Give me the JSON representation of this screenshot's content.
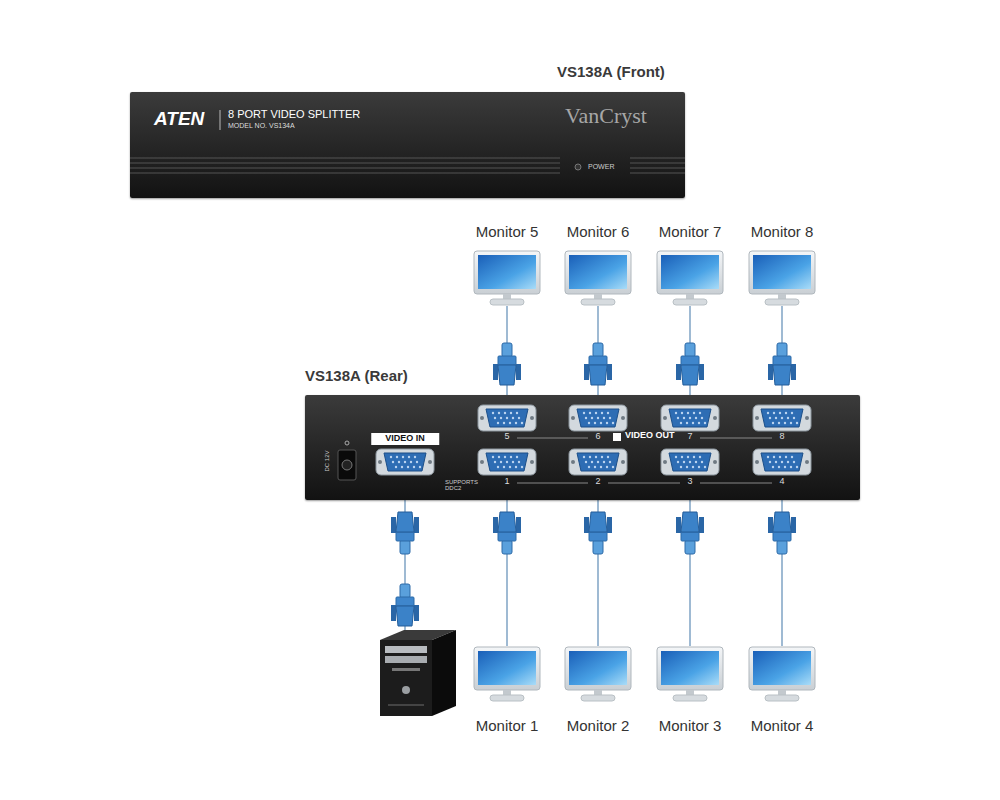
{
  "diagram": {
    "nodes": [
      {
        "text": [
          "VS138A (Front)",
          "ATEN",
          "8 PORT VIDEO SPLITTER",
          "MODEL NO. VS134A",
          "VanCryst",
          "POWER"
        ]
      },
      {
        "text": [
          "Monitor 5"
        ]
      },
      {
        "text": [
          "Monitor 6"
        ]
      },
      {
        "text": [
          "Monitor 7"
        ]
      },
      {
        "text": [
          "Monitor 8"
        ]
      },
      {
        "text": [
          "VS138A (Rear)",
          "VIDEO IN",
          "DC 12V",
          "5",
          "6",
          "VIDEO OUT",
          "7",
          "8",
          "SUPPORTS DDC2",
          "1",
          "2",
          "3",
          "4"
        ]
      },
      {
        "text": [
          "Monitor 1"
        ]
      },
      {
        "text": [
          "Monitor 2"
        ]
      },
      {
        "text": [
          "Monitor 3"
        ]
      },
      {
        "text": [
          "Monitor 4"
        ]
      }
    ],
    "edges": [
      {
        "from": 5,
        "to": 1,
        "arrow": "none"
      },
      {
        "from": 5,
        "to": 2,
        "arrow": "none"
      },
      {
        "from": 5,
        "to": 3,
        "arrow": "none"
      },
      {
        "from": 5,
        "to": 4,
        "arrow": "none"
      },
      {
        "from": 5,
        "to": 6,
        "arrow": "none"
      },
      {
        "from": 5,
        "to": 7,
        "arrow": "none"
      },
      {
        "from": 5,
        "to": 8,
        "arrow": "none"
      },
      {
        "from": 5,
        "to": 9,
        "arrow": "none"
      }
    ]
  }
}
